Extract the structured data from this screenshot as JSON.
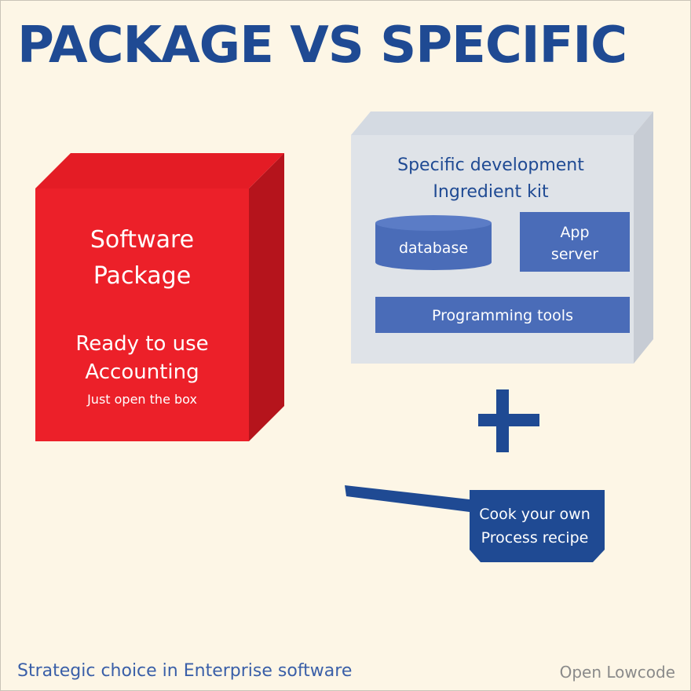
{
  "title": "PACKAGE VS SPECIFIC",
  "package": {
    "title_line1": "Software",
    "title_line2": "Package",
    "subtitle_line1": "Ready to use",
    "subtitle_line2": "Accounting",
    "note": "Just open the box",
    "color": "#ec2029"
  },
  "kit": {
    "title_line1": "Specific development",
    "title_line2": "Ingredient kit",
    "database_label": "database",
    "app_server_line1": "App",
    "app_server_line2": "server",
    "programming_label": "Programming tools",
    "block_color": "#4a6cb8"
  },
  "pan": {
    "label_line1": "Cook your own",
    "label_line2": "Process recipe",
    "color": "#1f4a93"
  },
  "footer": {
    "left": "Strategic choice in Enterprise software",
    "right": "Open Lowcode"
  },
  "colors": {
    "background": "#fdf6e6",
    "accent": "#1f4a93"
  }
}
